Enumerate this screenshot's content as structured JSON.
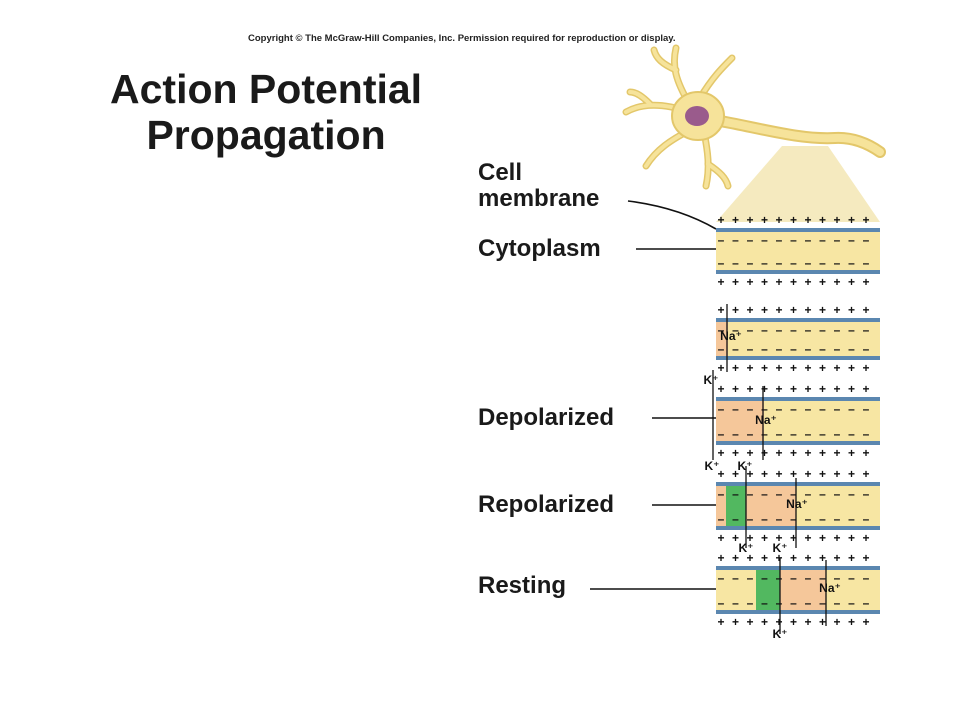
{
  "copyright": "Copyright © The McGraw-Hill Companies, Inc. Permission required for reproduction or display.",
  "title": {
    "line1": "Action Potential",
    "line2": "Propagation"
  },
  "labels": {
    "cell_membrane_line1": "Cell",
    "cell_membrane_line2": "membrane",
    "cytoplasm": "Cytoplasm",
    "depolarized": "Depolarized",
    "repolarized": "Repolarized",
    "resting": "Resting"
  },
  "ions": {
    "sodium": "Na⁺",
    "potassium": "K⁺"
  },
  "charges": {
    "positive": "+",
    "negative": "–"
  },
  "colors": {
    "membrane": "#5b87b0",
    "cytoplasm": "#f7e6a3",
    "depolarized": "#f5c79a",
    "repolarized": "#52b860",
    "neuron": "#f6e39a",
    "neuron_outline": "#e3c76a",
    "nucleus": "#9a5b8c",
    "light_cone": "#ecd98a"
  }
}
